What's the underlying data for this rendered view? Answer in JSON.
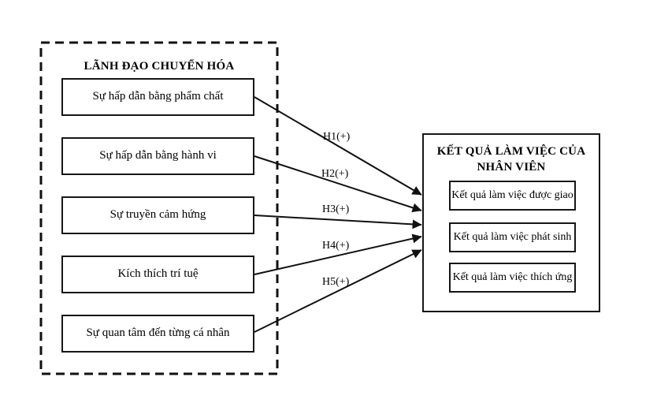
{
  "diagram": {
    "type": "research-model",
    "colors": {
      "line": "#000000",
      "background": "#ffffff",
      "text": "#000000"
    },
    "left_group": {
      "title": "LÃNH ĐẠO CHUYỂN HÓA",
      "border_style": "dashed",
      "boxes": [
        {
          "label": "Sự hấp dẫn bằng phẩm chất"
        },
        {
          "label": "Sự hấp dẫn bằng hành vi"
        },
        {
          "label": "Sự truyền cảm hứng"
        },
        {
          "label": "Kích thích trí tuệ"
        },
        {
          "label": "Sự quan tâm đến từng cá nhân"
        }
      ]
    },
    "right_group": {
      "title": "KẾT QUẢ LÀM VIỆC CỦA NHÂN VIÊN",
      "border_style": "solid",
      "boxes": [
        {
          "label": "Kết quả làm việc được giao"
        },
        {
          "label": "Kết quả làm việc phát sinh"
        },
        {
          "label": "Kết quả làm việc thích ứng"
        }
      ]
    },
    "hypotheses": [
      {
        "label": "H1(+)",
        "from": "Sự hấp dẫn bằng phẩm chất",
        "to": "KẾT QUẢ LÀM VIỆC CỦA NHÂN VIÊN"
      },
      {
        "label": "H2(+)",
        "from": "Sự hấp dẫn bằng hành vi",
        "to": "KẾT QUẢ LÀM VIỆC CỦA NHÂN VIÊN"
      },
      {
        "label": "H3(+)",
        "from": "Sự truyền cảm hứng",
        "to": "KẾT QUẢ LÀM VIỆC CỦA NHÂN VIÊN"
      },
      {
        "label": "H4(+)",
        "from": "Kích thích trí tuệ",
        "to": "KẾT QUẢ LÀM VIỆC CỦA NHÂN VIÊN"
      },
      {
        "label": "H5(+)",
        "from": "Sự quan tâm đến từng cá nhân",
        "to": "KẾT QUẢ LÀM VIỆC CỦA NHÂN VIÊN"
      }
    ]
  }
}
